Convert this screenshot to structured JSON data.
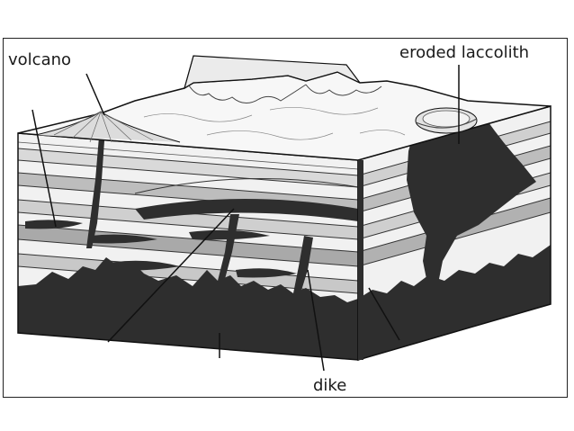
{
  "labels": {
    "volcano": "volcano",
    "eroded_laccolith": "eroded laccolith",
    "dike": "dike"
  },
  "colors": {
    "rock_dark": "#2e2e2e",
    "layer_light": "#f1f1f1",
    "layer_mid": "#c8c8c8",
    "layer_dark": "#a9a9a9",
    "outline": "#111111"
  }
}
